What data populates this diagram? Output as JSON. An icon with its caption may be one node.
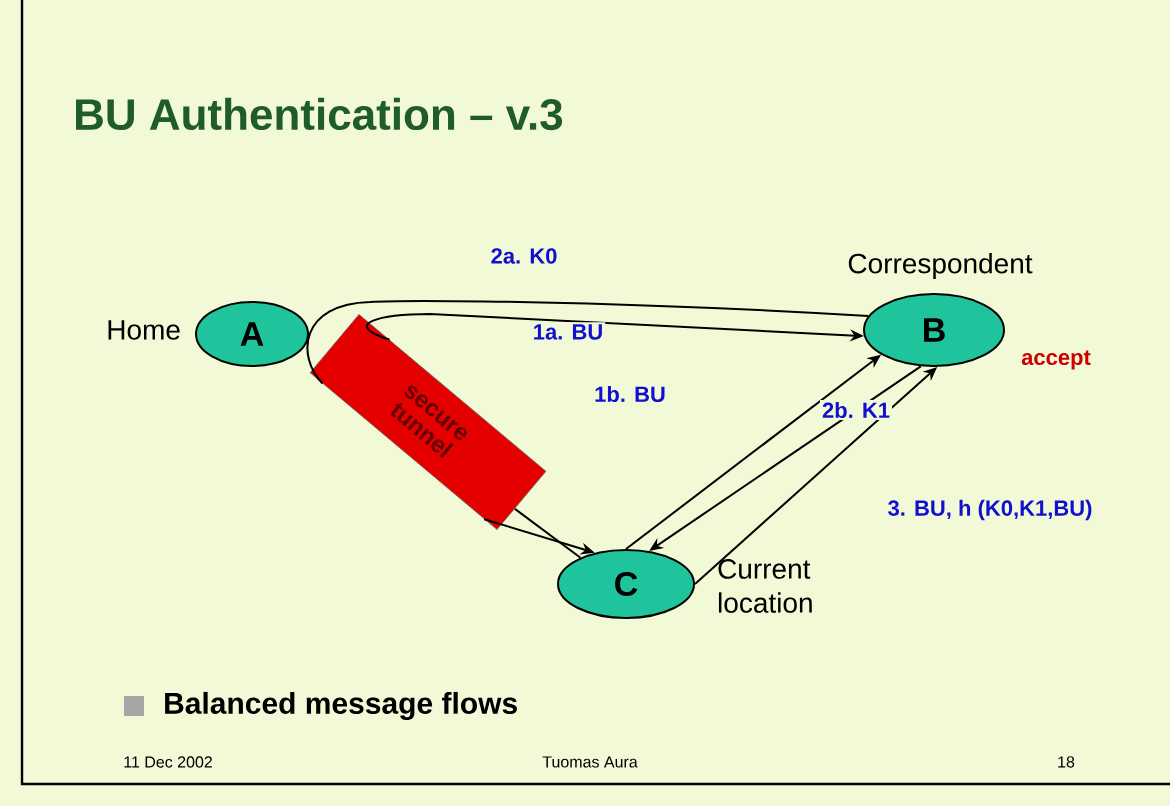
{
  "diagram": {
    "title": "BU Authentication – v.3",
    "nodes": [
      {
        "text": [
          "A"
        ],
        "beside": [
          "Home"
        ]
      },
      {
        "text": [
          "B"
        ],
        "beside": [
          "Correspondent"
        ]
      },
      {
        "text": [
          "C"
        ],
        "beside": [
          "Current location"
        ]
      },
      {
        "text": [
          "secure tunnel"
        ]
      }
    ],
    "edges": [
      {
        "from": 1,
        "to": 3,
        "arrow": "none",
        "label": "2a. K0"
      },
      {
        "from": 3,
        "to": 1,
        "arrow": "to",
        "label": "1a. BU"
      },
      {
        "from": 3,
        "to": 2,
        "arrow": "to"
      },
      {
        "from": 2,
        "to": 3,
        "arrow": "none"
      },
      {
        "from": 2,
        "to": 1,
        "arrow": "to",
        "label": "1b. BU"
      },
      {
        "from": 1,
        "to": 2,
        "arrow": "to",
        "label": "2b. K1"
      },
      {
        "from": 2,
        "to": 1,
        "arrow": "to",
        "label": "3. BU, h (K0,K1,BU)"
      }
    ],
    "labels": [
      "accept",
      "Balanced message flows",
      "11 Dec 2002",
      "Tuomas Aura",
      "18"
    ]
  }
}
